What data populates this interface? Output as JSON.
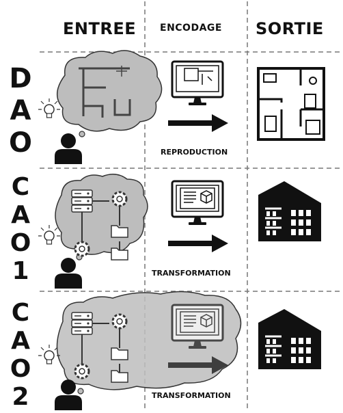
{
  "headers": {
    "input": "ENTREE",
    "encoding": "ENCODAGE",
    "output": "SORTIE"
  },
  "rows": [
    {
      "letters": [
        "D",
        "A",
        "O"
      ],
      "caption": "REPRODUCTION"
    },
    {
      "letters": [
        "C",
        "A",
        "O",
        "1"
      ],
      "caption": "TRANSFORMATION"
    },
    {
      "letters": [
        "C",
        "A",
        "O",
        "2"
      ],
      "caption": "TRANSFORMATION"
    }
  ],
  "icons": {
    "input": [
      "thought-cloud-icon",
      "person-icon",
      "lightbulb-icon",
      "floor-plan-sketch-icon",
      "server-network-icon"
    ],
    "encoding": [
      "computer-monitor-icon",
      "right-arrow-icon"
    ],
    "output": [
      "floor-plan-icon",
      "building-icon"
    ]
  },
  "colors": {
    "ink": "#111111",
    "cloud_fill": "#bdbdbd",
    "divider": "#777777"
  }
}
